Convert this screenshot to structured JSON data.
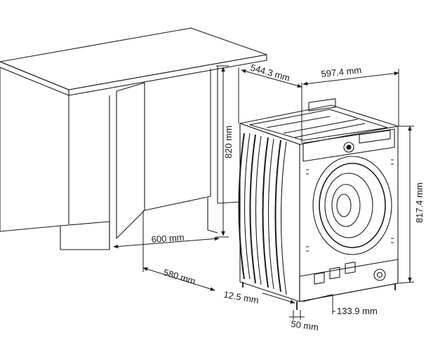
{
  "dimensions": {
    "niche_height": "820 mm",
    "niche_width": "600 mm",
    "niche_depth": "580 mm",
    "machine_depth": "544.3 mm",
    "machine_width": "597.4 mm",
    "machine_height": "817.4 mm",
    "door_offset": "12.5 mm",
    "bottom_offset": "50 mm",
    "plinth_width": "133.9 mm"
  },
  "colors": {
    "stroke": "#1a1a1a",
    "cabinet_fill": "#ffffff",
    "machine_fill": "#ffffff"
  }
}
